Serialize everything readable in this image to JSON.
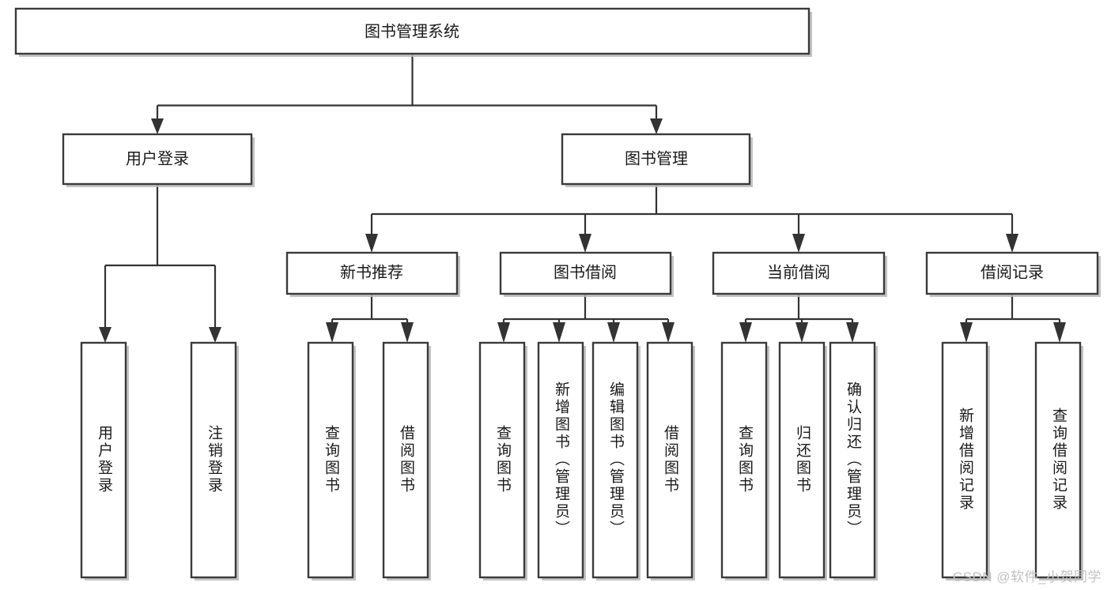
{
  "diagram": {
    "title": "图书管理系统",
    "type": "hierarchy-tree",
    "root": {
      "id": "root",
      "label": "图书管理系统"
    },
    "level2": [
      {
        "id": "user-login",
        "label": "用户登录"
      },
      {
        "id": "book-manage",
        "label": "图书管理"
      }
    ],
    "level3": [
      {
        "id": "new-book-rec",
        "label": "新书推荐",
        "parent": "book-manage"
      },
      {
        "id": "book-borrow",
        "label": "图书借阅",
        "parent": "book-manage"
      },
      {
        "id": "current-borrow",
        "label": "当前借阅",
        "parent": "book-manage"
      },
      {
        "id": "borrow-record",
        "label": "借阅记录",
        "parent": "book-manage"
      }
    ],
    "leaves": {
      "user_login": [
        {
          "id": "leaf-user-login",
          "label": "用户登录"
        },
        {
          "id": "leaf-logout",
          "label": "注销登录"
        }
      ],
      "new_book_rec": [
        {
          "id": "leaf-query-book-1",
          "label": "查询图书"
        },
        {
          "id": "leaf-borrow-book-1",
          "label": "借阅图书"
        }
      ],
      "book_borrow": [
        {
          "id": "leaf-query-book-2",
          "label": "查询图书"
        },
        {
          "id": "leaf-add-book",
          "label": "新增图书（管理员）"
        },
        {
          "id": "leaf-edit-book",
          "label": "编辑图书（管理员）"
        },
        {
          "id": "leaf-borrow-book-2",
          "label": "借阅图书"
        }
      ],
      "current_borrow": [
        {
          "id": "leaf-query-book-3",
          "label": "查询图书"
        },
        {
          "id": "leaf-return-book",
          "label": "归还图书"
        },
        {
          "id": "leaf-confirm-return",
          "label": "确认归还（管理员）"
        }
      ],
      "borrow_record": [
        {
          "id": "leaf-add-record",
          "label": "新增借阅记录"
        },
        {
          "id": "leaf-query-record",
          "label": "查询借阅记录"
        }
      ]
    }
  },
  "watermark": {
    "text": "CSDN @软件_小贺同学"
  },
  "colors": {
    "box_fill": "#ffffff",
    "box_stroke": "#3a3a3a",
    "connector": "#333333",
    "text": "#1a1a1a",
    "watermark": "#c2c2c2",
    "background": "#ffffff"
  }
}
